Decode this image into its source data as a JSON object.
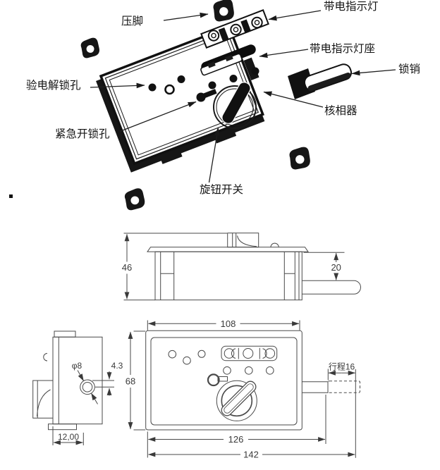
{
  "colors": {
    "background": "#ffffff",
    "line": "#4a4a4a",
    "ink": "#161616",
    "label_text": "#141414"
  },
  "iso": {
    "labels": {
      "foot": "压脚",
      "indicator_light": "带电指示灯",
      "indicator_light_base": "带电指示灯座",
      "lock_pin": "锁销",
      "test_unlock_hole": "验电解锁孔",
      "phase_detector": "核相器",
      "emergency_unlock_hole": "紧急开锁孔",
      "knob_switch": "旋钮开关"
    }
  },
  "side_view": {
    "dim_height": "46",
    "dim_pin_offset": "20"
  },
  "front_view": {
    "dim_width": "108",
    "dim_height": "68",
    "dim_to_pin_end": "126",
    "dim_total_width": "142",
    "dim_stroke": "行程16"
  },
  "left_view": {
    "dim_hole_dia": "φ8",
    "dim_offset": "4.3",
    "dim_depth": "12,00"
  }
}
